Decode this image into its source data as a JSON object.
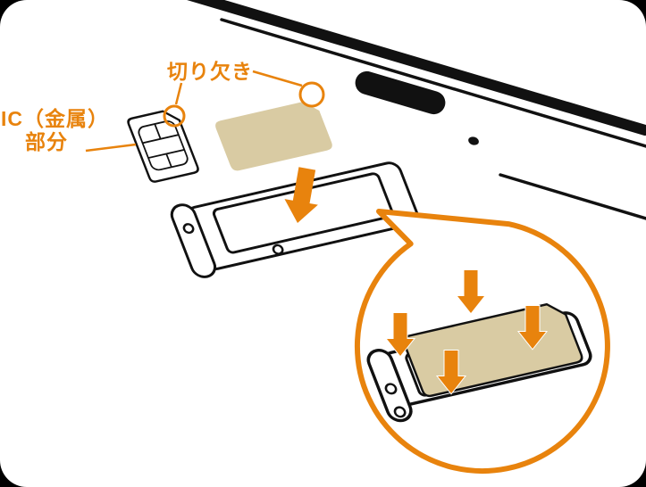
{
  "figure": {
    "labels": {
      "notch": "切り欠き",
      "ic_metal_line1": "IC（金属）",
      "ic_metal_line2": "部分"
    },
    "colors": {
      "accent_orange": "#E8830D",
      "sim_card_beige": "#D9CBA3",
      "line_black": "#111111",
      "canvas_white": "#FFFFFF",
      "frame_black": "#000000"
    },
    "icons": {
      "insert_arrow": "down-arrow-icon",
      "press_arrows": "down-arrow-icon",
      "magnifier": "zoom-callout-circle"
    }
  }
}
